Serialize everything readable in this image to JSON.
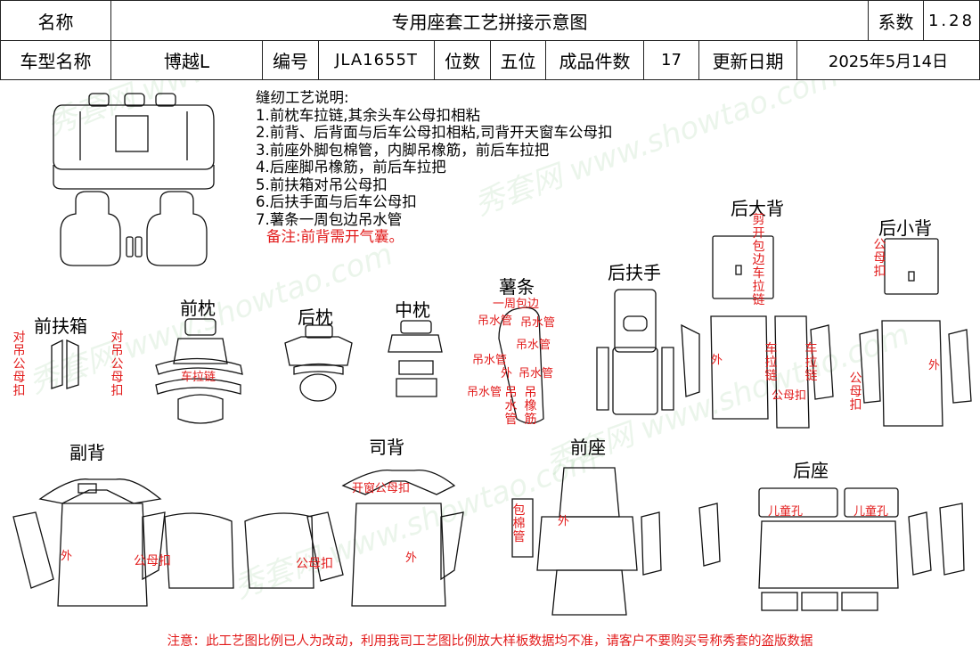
{
  "header": {
    "name_label": "名称",
    "title": "专用座套工艺拼接示意图",
    "coef_label": "系数",
    "coef_value": "1.28",
    "model_label": "车型名称",
    "model_value": "博越L",
    "code_label": "编号",
    "code_value": "JLA1655T",
    "seats_label": "位数",
    "seats_value": "五位",
    "pieces_label": "成品件数",
    "pieces_value": "17",
    "date_label": "更新日期",
    "date_value": "2025年5月14日"
  },
  "notes": {
    "heading": "缝纫工艺说明:",
    "items": [
      "1.前枕车拉链,其余头车公母扣相粘",
      "2.前背、后背面与后车公母扣相粘,司背开天窗车公母扣",
      "3.前座外脚包棉管，内脚吊橡筋，前后车拉把",
      "4.后座脚吊橡筋，前后车拉把",
      "5.前扶箱对吊公母扣",
      "6.后扶手面与后车公母扣",
      "7.薯条一周包边吊水管"
    ],
    "remark": "备注:前背需开气囊。"
  },
  "parts": {
    "front_armbox": "前扶箱",
    "front_pillow": "前枕",
    "rear_pillow": "后枕",
    "mid_pillow": "中枕",
    "fries": "薯条",
    "rear_armrest": "后扶手",
    "rear_big_back": "后大背",
    "rear_small_back": "后小背",
    "passenger_back": "副背",
    "driver_back": "司背",
    "front_seat": "前座",
    "rear_seat": "后座"
  },
  "annotations": {
    "hang_snap": "对吊公母扣",
    "zipper": "车拉链",
    "edge_around": "一周包边",
    "water_tube": "吊水管",
    "outer": "外",
    "rubber_band": "吊橡筋",
    "cut_edge_zipper": "剪开包边车拉链",
    "snap": "公母扣",
    "vehicle_zipper": "车拉链",
    "snap_top": "开窗公母扣",
    "cotton_tube": "包棉管",
    "child_hole": "儿童孔"
  },
  "footer": "注意：此工艺图比例已人为改动，利用我司工艺图比例放大样板数据均不准，请客户不要购买号称秀套的盗版数据",
  "watermark": "秀套网 www.showtao.com"
}
